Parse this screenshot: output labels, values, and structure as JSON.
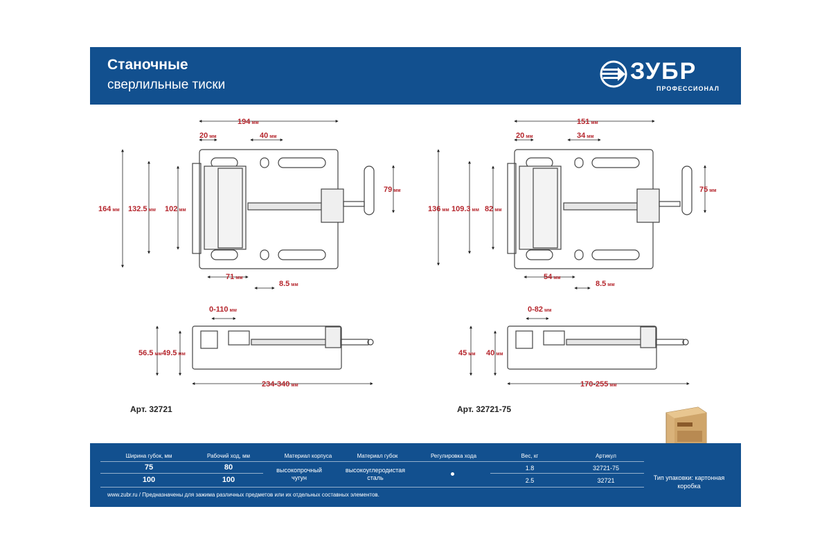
{
  "header": {
    "title": "Станочные",
    "subtitle": "сверлильные тиски",
    "logo_text": "ЗУБР",
    "logo_sub": "ПРОФЕССИОНАЛ"
  },
  "model_a": {
    "article": "Арт. 32721",
    "dims": {
      "total_width": "194",
      "jaw_left": "20",
      "slot_width": "40",
      "height_total": "164",
      "height_mid": "132.5",
      "height_inner": "102",
      "handle": "79",
      "bottom_left": "71",
      "slot": "8.5",
      "opening": "0-110",
      "side_h1": "56.5",
      "side_h2": "49.5",
      "length": "234-340"
    }
  },
  "model_b": {
    "article": "Арт. 32721-75",
    "dims": {
      "total_width": "151",
      "jaw_left": "20",
      "slot_width": "34",
      "height_total": "136",
      "height_mid": "109.3",
      "height_inner": "82",
      "handle": "75",
      "bottom_left": "54",
      "slot": "8.5",
      "opening": "0-82",
      "side_h1": "45",
      "side_h2": "40",
      "length": "170-255"
    }
  },
  "unit": "мм",
  "table": {
    "headers": [
      "Ширина губок, мм",
      "Рабочий ход, мм",
      "Материал корпуса",
      "Материал губок",
      "Регулировка хода",
      "Вес, кг",
      "Артикул"
    ],
    "rows": [
      {
        "jaw": "75",
        "travel": "80",
        "weight": "1.8",
        "article": "32721-75"
      },
      {
        "jaw": "100",
        "travel": "100",
        "weight": "2.5",
        "article": "32721"
      }
    ],
    "body_material": "высокопрочный чугун",
    "jaw_material": "высокоуглеродистая сталь"
  },
  "package": {
    "label": "Тип упаковки: картонная коробка"
  },
  "footer": "www.zubr.ru  /  Предназначены для зажима различных предметов или их отдельных составных элементов.",
  "colors": {
    "brand_blue": "#12508f",
    "dimension_red": "#b5262d"
  }
}
